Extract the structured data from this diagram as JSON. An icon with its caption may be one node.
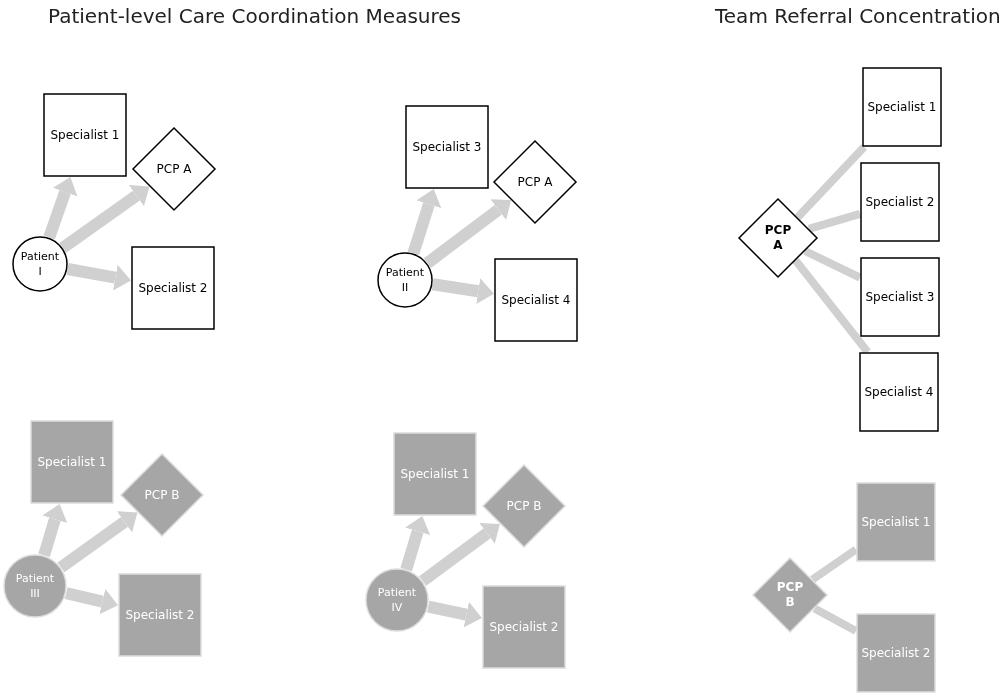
{
  "diagram": {
    "nodes": [
      {
        "text": [
          "Specialist 1"
        ]
      },
      {
        "text": [
          "PCP A"
        ]
      },
      {
        "text": [
          "Patient I"
        ]
      },
      {
        "text": [
          "Specialist 2"
        ]
      },
      {
        "text": [
          "Specialist 3"
        ]
      },
      {
        "text": [
          "PCP A"
        ]
      },
      {
        "text": [
          "Patient II"
        ]
      },
      {
        "text": [
          "Specialist 4"
        ]
      },
      {
        "text": [
          "Specialist 1"
        ]
      },
      {
        "text": [
          "PCP B"
        ]
      },
      {
        "text": [
          "Patient III"
        ]
      },
      {
        "text": [
          "Specialist 2"
        ]
      },
      {
        "text": [
          "Specialist 1"
        ]
      },
      {
        "text": [
          "PCP B"
        ]
      },
      {
        "text": [
          "Patient IV"
        ]
      },
      {
        "text": [
          "Specialist 2"
        ]
      },
      {
        "text": [
          "PCP A"
        ]
      },
      {
        "text": [
          "Specialist 1"
        ]
      },
      {
        "text": [
          "Specialist 2"
        ]
      },
      {
        "text": [
          "Specialist 3"
        ]
      },
      {
        "text": [
          "Specialist 4"
        ]
      },
      {
        "text": [
          "PCP B"
        ]
      },
      {
        "text": [
          "Specialist 1"
        ]
      },
      {
        "text": [
          "Specialist 2"
        ]
      }
    ],
    "edges": [
      {
        "from": 2,
        "to": 0,
        "arrow": "to"
      },
      {
        "from": 2,
        "to": 1,
        "arrow": "to"
      },
      {
        "from": 2,
        "to": 3,
        "arrow": "to"
      },
      {
        "from": 6,
        "to": 4,
        "arrow": "to"
      },
      {
        "from": 6,
        "to": 5,
        "arrow": "to"
      },
      {
        "from": 6,
        "to": 7,
        "arrow": "to"
      },
      {
        "from": 10,
        "to": 8,
        "arrow": "to"
      },
      {
        "from": 10,
        "to": 9,
        "arrow": "to"
      },
      {
        "from": 10,
        "to": 11,
        "arrow": "to"
      },
      {
        "from": 14,
        "to": 12,
        "arrow": "to"
      },
      {
        "from": 14,
        "to": 13,
        "arrow": "to"
      },
      {
        "from": 14,
        "to": 15,
        "arrow": "to"
      },
      {
        "from": 16,
        "to": 17,
        "arrow": "none"
      },
      {
        "from": 16,
        "to": 18,
        "arrow": "none"
      },
      {
        "from": 16,
        "to": 19,
        "arrow": "none"
      },
      {
        "from": 16,
        "to": 20,
        "arrow": "none"
      },
      {
        "from": 21,
        "to": 22,
        "arrow": "none"
      },
      {
        "from": 21,
        "to": 23,
        "arrow": "none"
      }
    ],
    "labels": [
      "Patient-level Care Coordination Measures",
      "Team Referral Concentration"
    ]
  }
}
